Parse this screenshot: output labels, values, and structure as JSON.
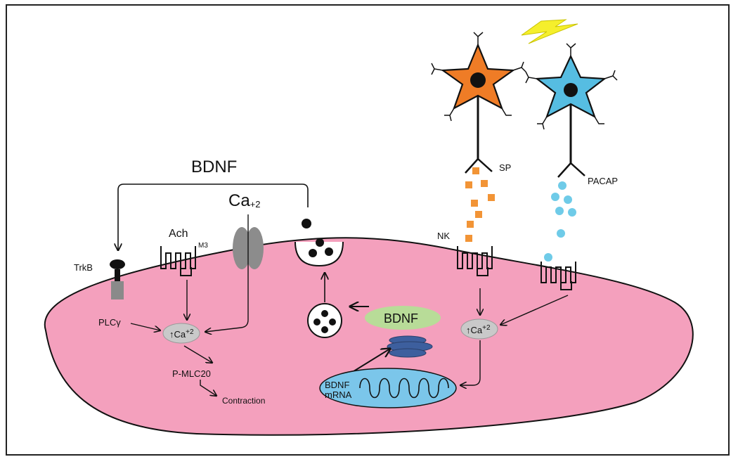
{
  "labels": {
    "bdnf_top": "BDNF",
    "ca_plus2_main": "Ca",
    "ca_plus2_main_sup": "+2",
    "ach": "Ach",
    "m3": "M3",
    "trkb": "TrkB",
    "plc_gamma": "PLCγ",
    "ca_left": "Ca",
    "ca_left_sup": "+2",
    "p_mlc20": "P-MLC20",
    "contraction": "Contraction",
    "bdnf_center": "BDNF",
    "bdnf_mrna_1": "BDNF",
    "bdnf_mrna_2": "mRNA",
    "ca_right": "Ca",
    "ca_right_sup": "+2",
    "nk": "NK",
    "sp": "SP",
    "pacap": "PACAP"
  },
  "colors": {
    "cell": "#f4a0bd",
    "orange_neuron": "#ef7c26",
    "blue_neuron": "#56bde2",
    "sp_particle": "#f29436",
    "pacap_particle": "#6fcbe8",
    "bdnf_ellipse": "#b8dc98",
    "mrna_ellipse": "#7bc6ea",
    "ribosome": "#3d5f9e",
    "ca_oval": "#c9c9c9",
    "lightning": "#f5ef2c"
  }
}
